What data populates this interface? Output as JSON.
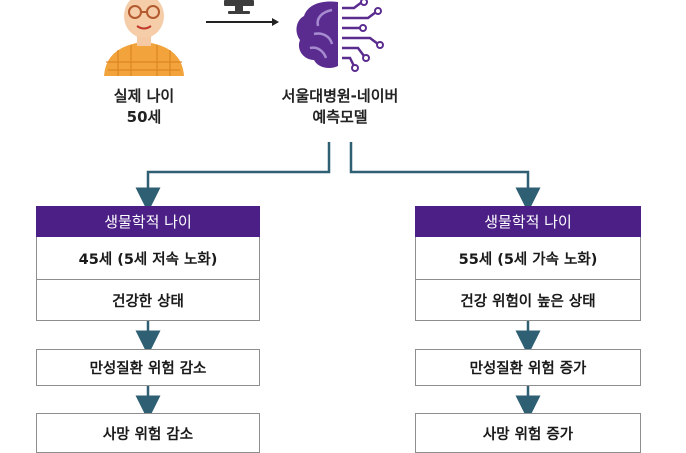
{
  "person": {
    "caption_line1": "실제 나이",
    "caption_line2": "50세",
    "icons": [
      "person-avatar-icon",
      "monitor-icon",
      "arrow-right-icon"
    ]
  },
  "model": {
    "caption_line1": "서울대병원-네이버",
    "caption_line2": "예측모델",
    "icon": "brain-circuit-icon"
  },
  "colors": {
    "header_purple": "#4b1f86",
    "connector_teal": "#2f5f73",
    "box_border": "#8e8e8e",
    "person_shirt": "#f2a33c",
    "brain_purple": "#5b2c8f"
  },
  "left_branch": {
    "header": "생물학적 나이",
    "age": "45세 (5세 저속 노화)",
    "status": "건강한 상태",
    "chronic": "만성질환 위험 감소",
    "death": "사망 위험 감소"
  },
  "right_branch": {
    "header": "생물학적 나이",
    "age": "55세 (5세 가속 노화)",
    "status": "건강 위험이 높은 상태",
    "chronic": "만성질환 위험 증가",
    "death": "사망 위험 증가"
  }
}
